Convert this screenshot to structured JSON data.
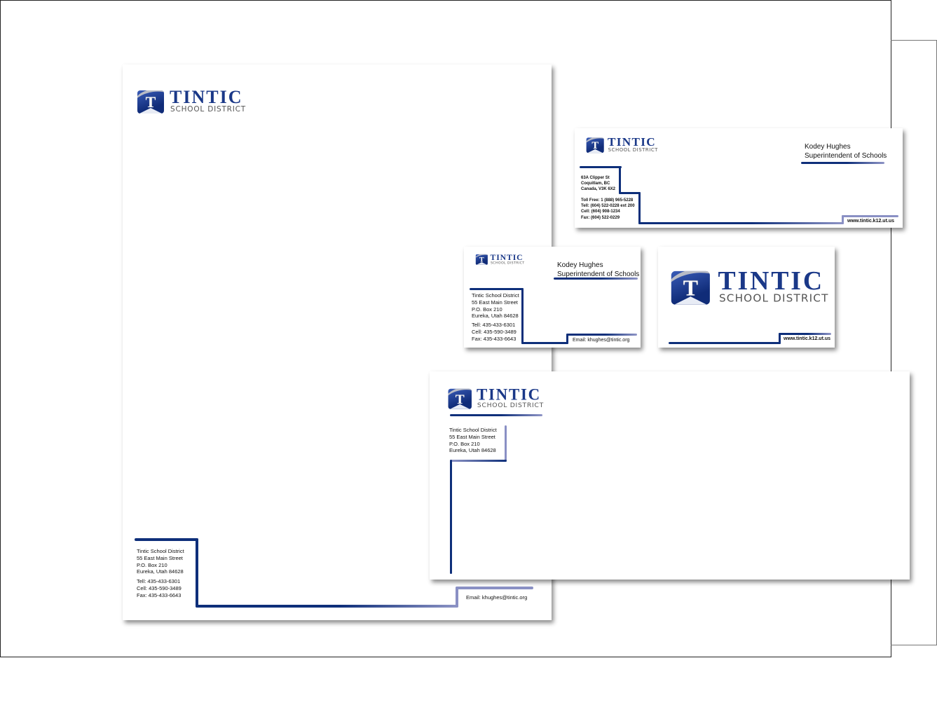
{
  "brand": {
    "title": "TINTIC",
    "subtitle": "SCHOOL DISTRICT",
    "mark": "T",
    "navy": "#0e2f7a",
    "lavender": "#8f95c6"
  },
  "person": {
    "name": "Kodey Hughes",
    "role": "Superintendent of Schools"
  },
  "letterhead": {
    "address": [
      "Tintic School District",
      "55 East Main Street",
      "P.O. Box 210",
      "Eureka, Utah 84628"
    ],
    "phones": [
      "Tell: 435-433-6301",
      "Cell: 435-590-3489",
      "Fax: 435-433-6643"
    ],
    "email": "Email: khughes@tintic.org"
  },
  "envelope_small": {
    "address": [
      "63A Clipper St",
      "Coquitlam, BC",
      "Canada, V3K 6X2"
    ],
    "phones": [
      "Toll Free: 1 (888) 965-5228",
      "Tell: (604) 522-0228 ext 200",
      "Cell: (604) 908-1234",
      "Fax: (604) 522-0229"
    ],
    "url": "www.tintic.k12.ut.us"
  },
  "card_front": {
    "address": [
      "Tintic School District",
      "55 East Main Street",
      "P.O. Box 210",
      "Eureka, Utah 84628"
    ],
    "phones": [
      "Tell: 435-433-6301",
      "Cell: 435-590-3489",
      "Fax: 435-433-6643"
    ],
    "email": "Email: khughes@tintic.org"
  },
  "card_back": {
    "url": "www.tintic.k12.ut.us"
  },
  "envelope_large": {
    "address": [
      "Tintic School District",
      "55 East Main Street",
      "P.O. Box 210",
      "Eureka, Utah 84628"
    ]
  }
}
